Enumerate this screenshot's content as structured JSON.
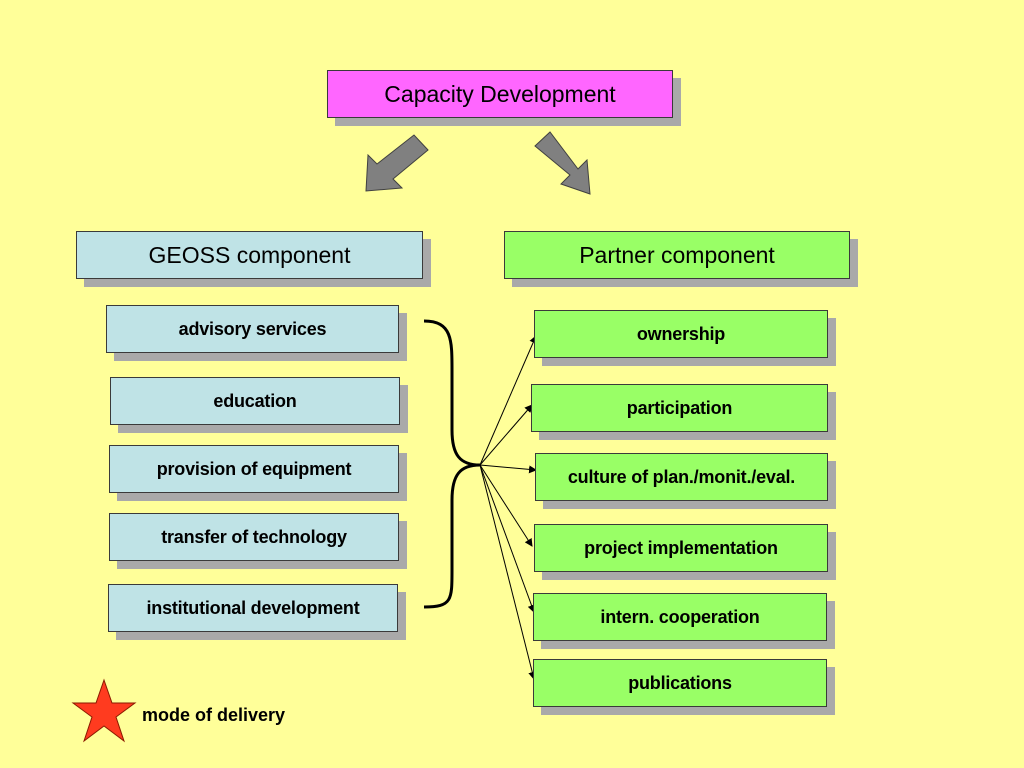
{
  "header": {
    "title": "Capacity Development"
  },
  "geoss": {
    "heading": "GEOSS component",
    "items": [
      "advisory services",
      "education",
      "provision of equipment",
      "transfer of technology",
      "institutional development"
    ]
  },
  "partner": {
    "heading": "Partner component",
    "items": [
      "ownership",
      "participation",
      "culture of plan./monit./eval.",
      "project implementation",
      "intern. cooperation",
      "publications"
    ]
  },
  "legend": {
    "label": "mode of delivery",
    "icon": "star-icon",
    "icon_color": "#ff3b1f"
  },
  "colors": {
    "background": "#ffff99",
    "title_box": "#ff66ff",
    "geoss_box": "#bfe3e6",
    "partner_box": "#99ff66",
    "arrow_fill": "#808080"
  }
}
